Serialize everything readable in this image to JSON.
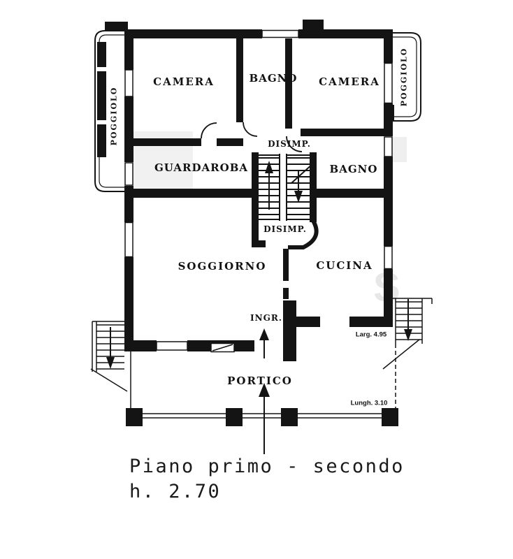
{
  "rooms": {
    "camera_left": "CAMERA",
    "bagno_top": "BAGNO",
    "camera_right": "CAMERA",
    "poggiolo_left": "POGGIOLO",
    "poggiolo_right": "POGGIOLO",
    "guardaroba": "GUARDAROBA",
    "disimp_top": "DISIMP.",
    "bagno_mid": "BAGNO",
    "disimp_bottom": "DISIMP.",
    "soggiorno": "SOGGIORNO",
    "cucina": "CUCINA",
    "ingresso": "INGR.",
    "portico": "PORTICO"
  },
  "annotations": {
    "upper_right": "Larg. 4.95",
    "lower_right": "Lungh. 3.10"
  },
  "caption": {
    "line1": "Piano primo - secondo",
    "line2": "h. 2.70"
  },
  "colors": {
    "ink": "#141414",
    "paper": "#ffffff",
    "watermark": "#e9e9e9"
  }
}
